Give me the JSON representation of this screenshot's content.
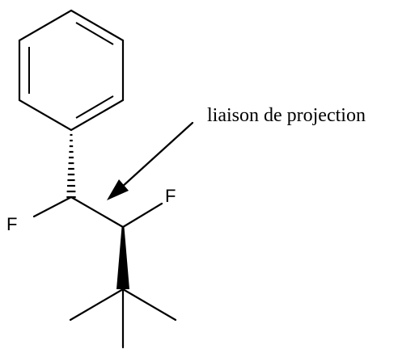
{
  "figure": {
    "atoms": {
      "fluorine_left": "F",
      "fluorine_right": "F"
    },
    "annotation": {
      "text": "liaison de projection"
    },
    "colors": {
      "ink": "#000000",
      "background": "#ffffff"
    },
    "bond_styles": {
      "phenyl_attachment": "hashed-wedge",
      "tert_butyl_attachment": "solid-wedge",
      "arrow": "filled-arrowhead"
    }
  }
}
